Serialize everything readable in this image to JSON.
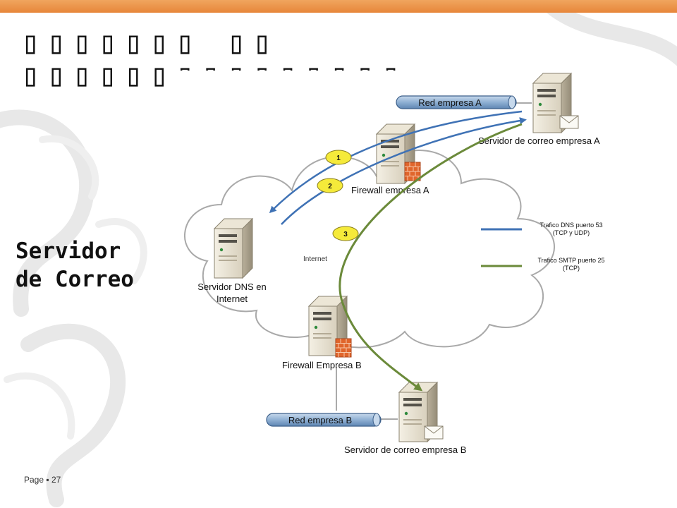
{
  "slide": {
    "title_glyphs": "▯▯▯▯▯▯▯ ▯▯\n▯▯▯▯▯▯▯▯▯▯▯▯▯▯▯",
    "heading_line1": "Servidor",
    "heading_line2": "de Correo",
    "page_label": "Page ▪ 27"
  },
  "diagram": {
    "network_a": "Red empresa A",
    "network_b": "Red empresa B",
    "mail_server_a": "Servidor de correo empresa A",
    "mail_server_b": "Servidor de correo empresa B",
    "firewall_a": "Firewall empresa A",
    "firewall_b": "Firewall Empresa B",
    "dns_server_line1": "Servidor DNS en",
    "dns_server_line2": "Internet",
    "internet_label": "Internet",
    "step1": "1",
    "step2": "2",
    "step3": "3",
    "legend": {
      "dns_line1": "Trafico DNS puerto 53",
      "dns_line2": "(TCP y UDP)",
      "smtp_line1": "Trafico SMTP puerto 25",
      "smtp_line2": "(TCP)"
    },
    "colors": {
      "dns_traffic": "#3f72b5",
      "smtp_traffic": "#6b8a3a",
      "step_badge": "#f5ea3a",
      "network_pipe": "#8fb0d3"
    }
  }
}
